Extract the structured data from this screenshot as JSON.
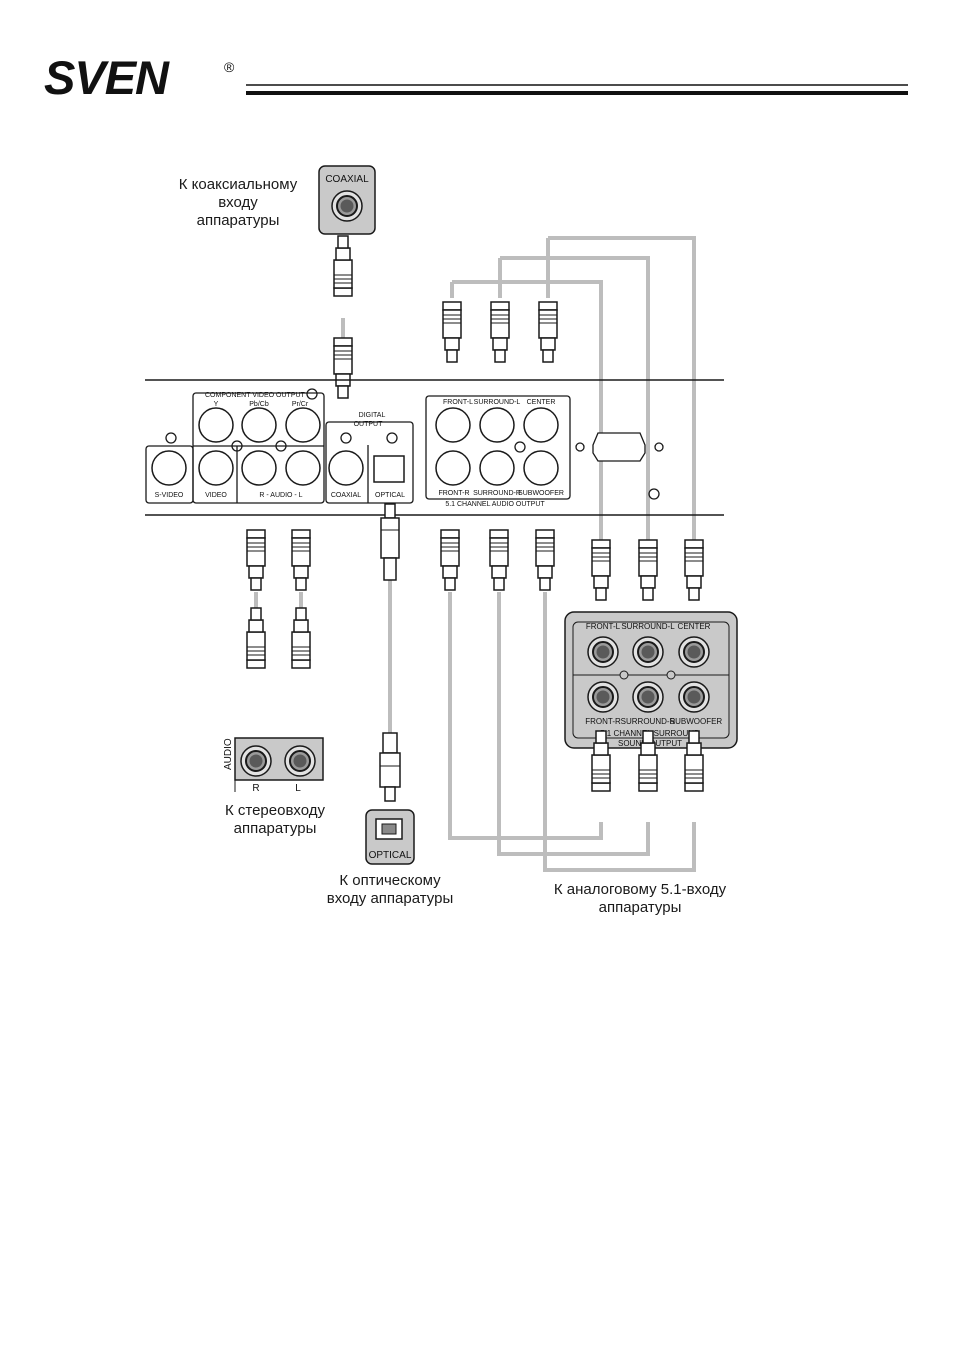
{
  "header": {
    "brand": "SVEN",
    "registered": "®"
  },
  "colors": {
    "cable": "#bdbdbd",
    "panel_fill": "#c9c9c9",
    "jack_fill": "#d9d9d9",
    "line": "#1a1a1a"
  },
  "player_panel": {
    "component_video_title": "COMPONENT VIDEO OUTPUT",
    "y_label": "Y",
    "pb_label": "Pb/Cb",
    "pr_label": "Pr/Cr",
    "svideo_label": "S-VIDEO",
    "video_label": "VIDEO",
    "audio_lr_label": "R - AUDIO - L",
    "digital_output_title_line1": "DIGITAL",
    "digital_output_title_line2": "OUTPUT",
    "coaxial_label": "COAXIAL",
    "optical_label": "OPTICAL",
    "front_l": "FRONT-L",
    "surround_l": "SURROUND-L",
    "center": "CENTER",
    "front_r": "FRONT-R",
    "surround_r": "SURROUND-R",
    "subwoofer": "SUBWOOFER",
    "channel_output": "5.1 CHANNEL AUDIO OUTPUT"
  },
  "coaxial_input": {
    "label": "COAXIAL",
    "caption": [
      "К коаксиальному",
      "входу",
      "аппаратуры"
    ]
  },
  "stereo_input": {
    "audio_label": "AUDIO",
    "r_label": "R",
    "l_label": "L",
    "caption": [
      "К стереовходу",
      "аппаратуры"
    ]
  },
  "optical_input": {
    "label": "OPTICAL",
    "caption": [
      "К оптическому",
      "входу аппаратуры"
    ]
  },
  "surround_input": {
    "front_l": "FRONT-L",
    "surround_l": "SURROUND-L",
    "center": "CENTER",
    "front_r": "FRONT-R",
    "surround_r": "SURROUND-R",
    "subwoofer": "SUBWOOFER",
    "title_line1": "5.1 CHANNEL SURROUND",
    "title_line2": "SOUND OUTPUT",
    "caption": [
      "К аналоговому 5.1-входу",
      "аппаратуры"
    ]
  }
}
